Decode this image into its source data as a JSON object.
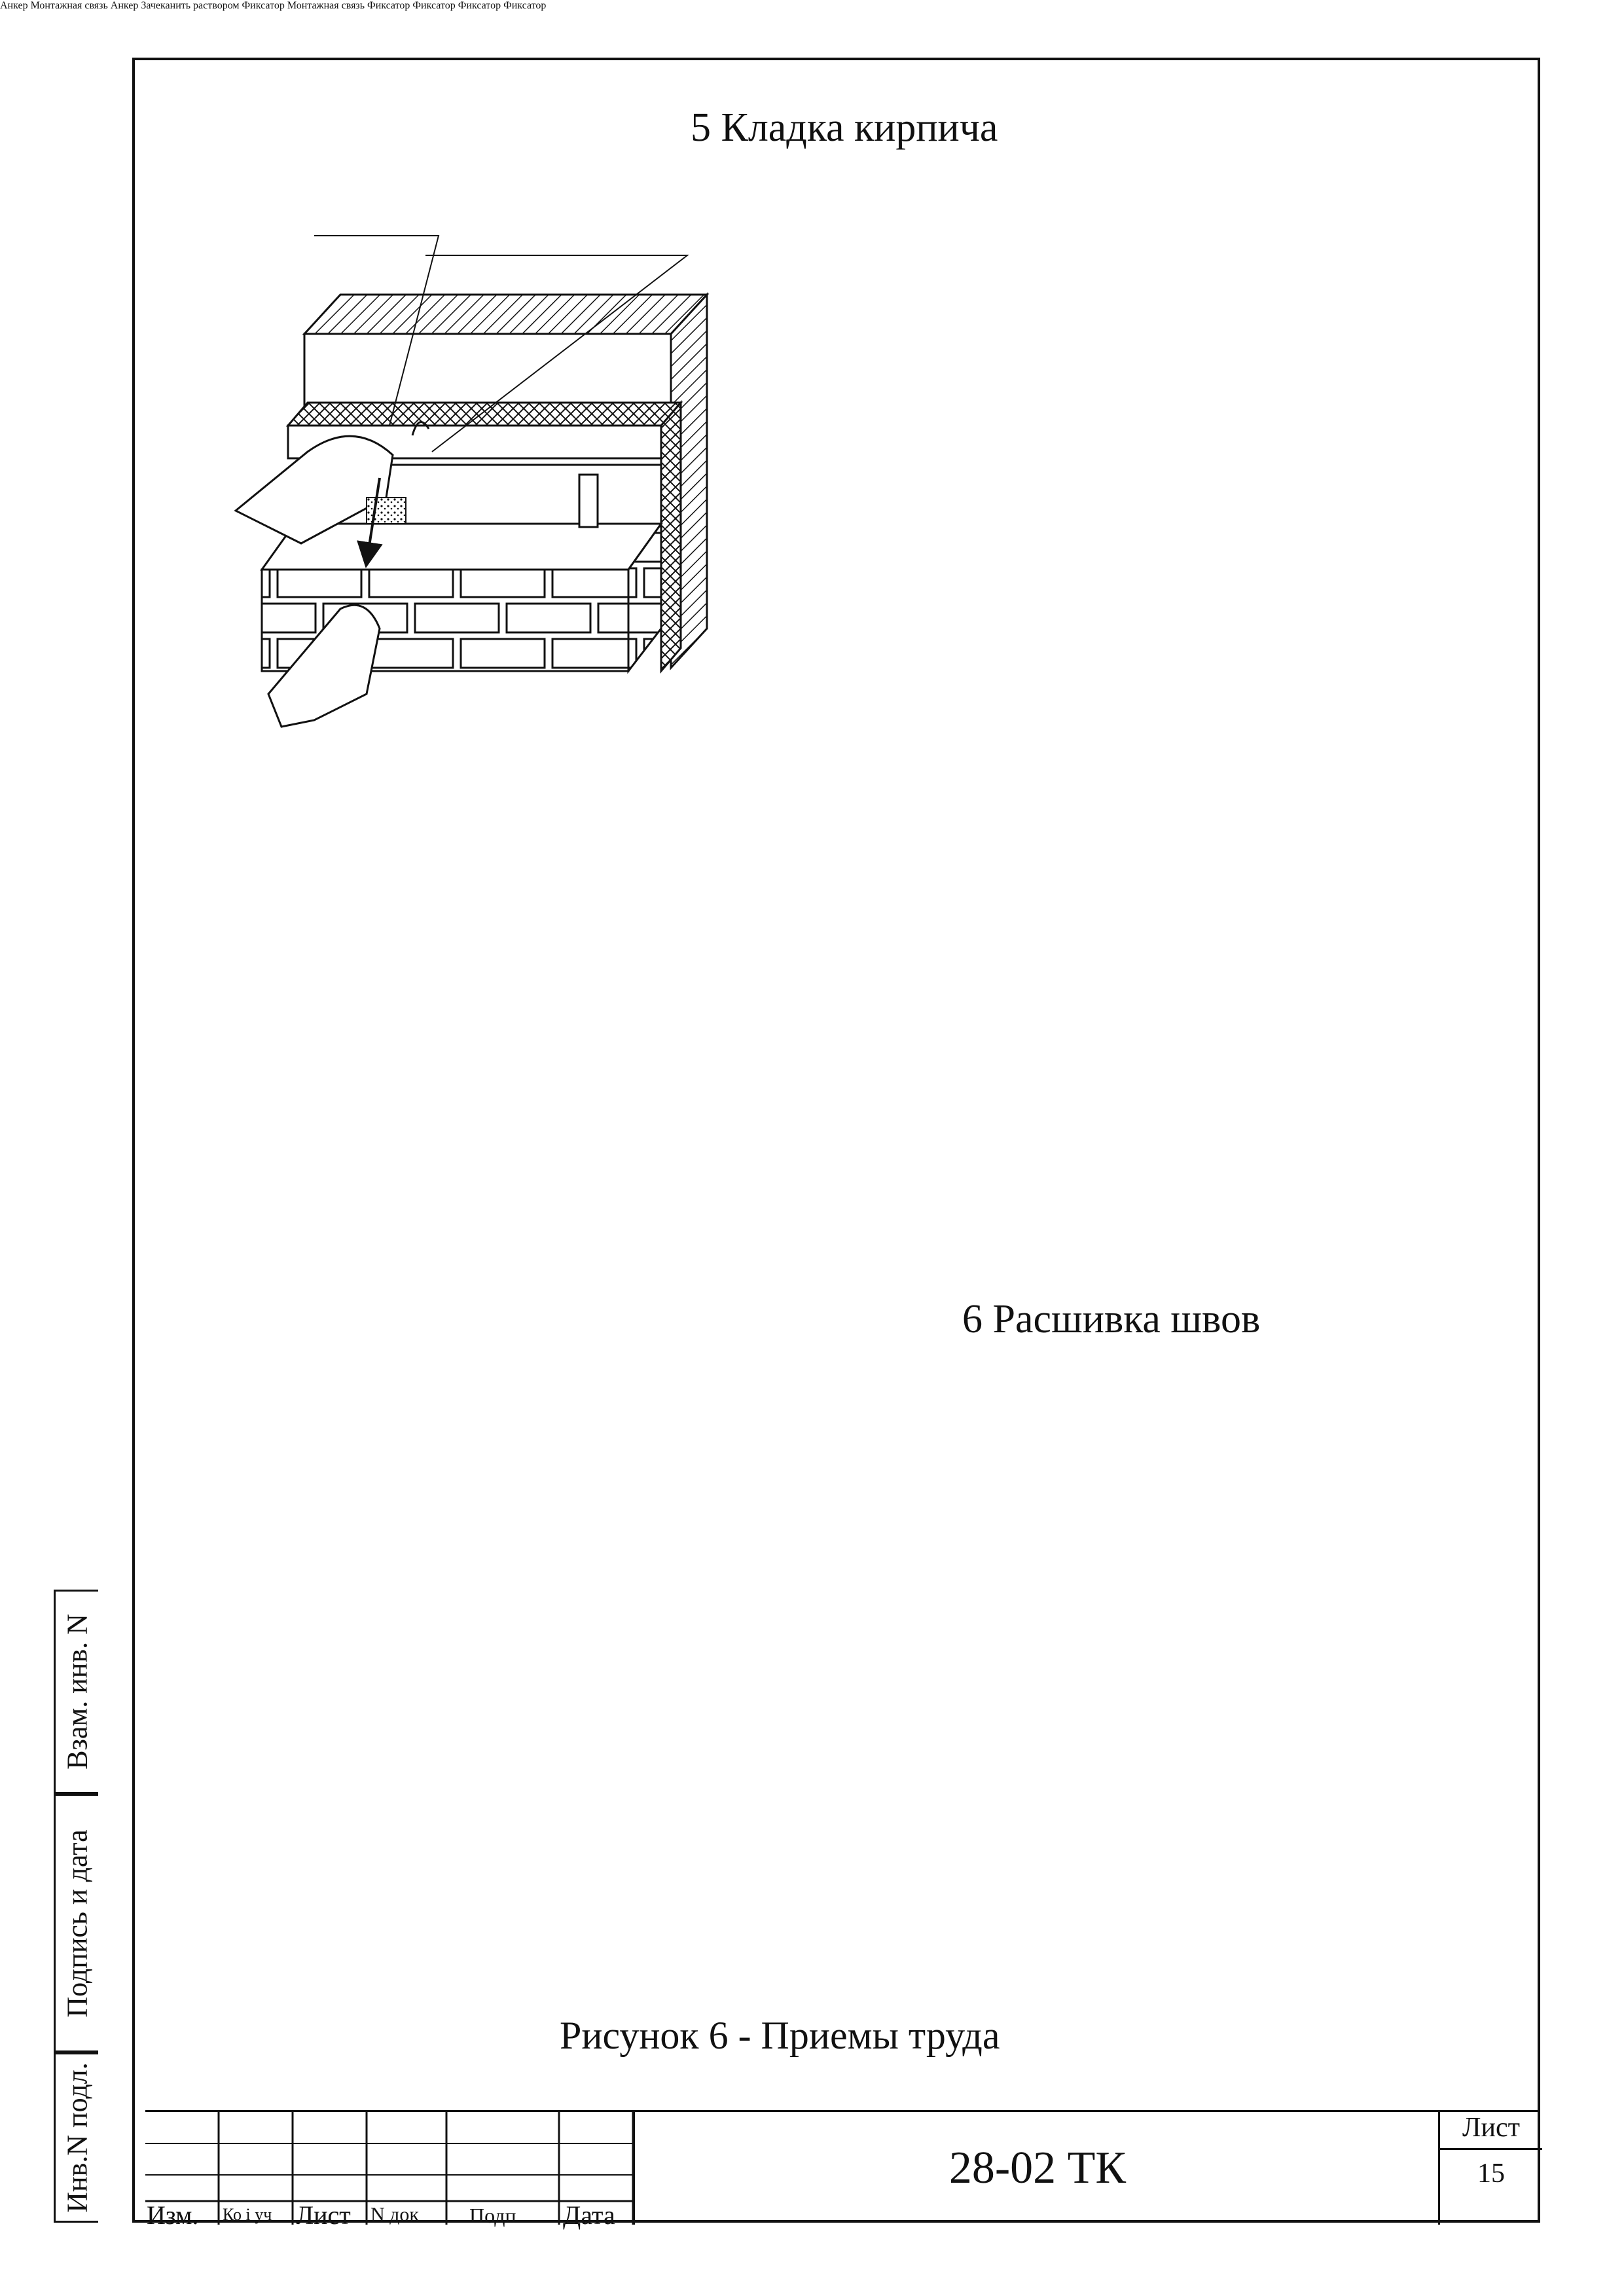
{
  "headings": {
    "section5": "5 Кладка кирпича",
    "section6": "6 Расшивка швов",
    "caption": "Рисунок 6 - Приемы труда"
  },
  "labels": {
    "p1_anchor": "Анкер",
    "p1_tie": "Монтажная связь",
    "p2_anchor": "Анкер",
    "p2_caulk": "Зачеканить раствором",
    "p2_fixer": "Фиксатор",
    "p2_tie": "Монтажная связь",
    "p3_fixer": "Фиксатор",
    "p4_fixer": "Фиксатор",
    "p5_fixer": "Фиксатор",
    "p6_fixer": "Фиксатор"
  },
  "title_block": {
    "doc_code": "28-02 ТК",
    "sheet_label": "Лист",
    "sheet_number": "15",
    "columns": [
      "Изм.",
      "Ко і уч",
      "Лист",
      "N док",
      "Подп",
      "Дата"
    ]
  },
  "side_stamp": {
    "inv_orig": "Инв.N подл.",
    "sign_date": "Подпись и дата",
    "replace_inv": "Взам. инв. N"
  }
}
